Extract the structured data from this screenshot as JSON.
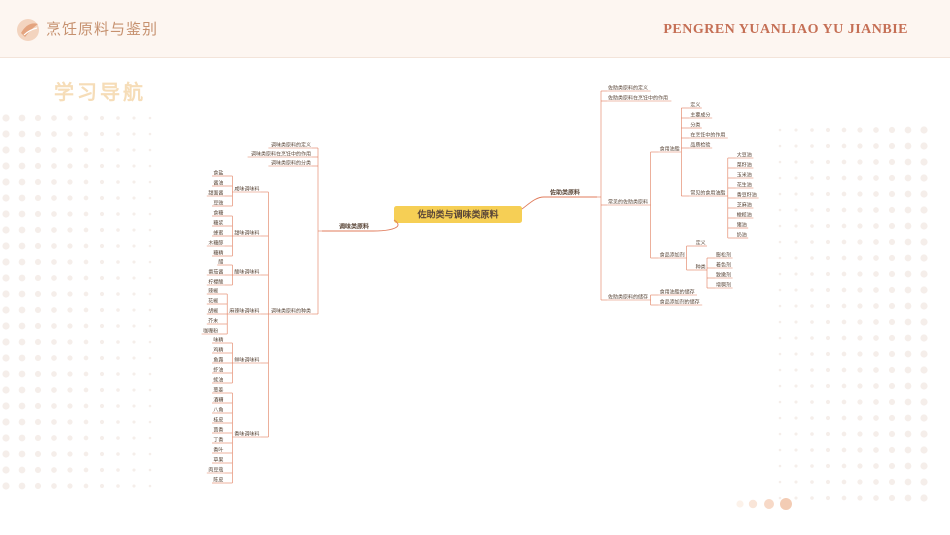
{
  "header": {
    "logo_text": "烹饪原料与鉴别",
    "right_text": "PENGREN YUANLIAO YU JIANBIE"
  },
  "nav_title": "学习导航",
  "mindmap": {
    "root": "佐助类与调味类原料",
    "right": {
      "label": "佐助类原料",
      "children": [
        {
          "label": "佐助类原料的定义"
        },
        {
          "label": "佐助类原料在烹饪中的作用"
        },
        {
          "label": "常见的佐助类原料",
          "children": [
            {
              "label": "食用油脂",
              "children": [
                {
                  "label": "定义"
                },
                {
                  "label": "主要成分"
                },
                {
                  "label": "分类"
                },
                {
                  "label": "在烹饪中的作用"
                },
                {
                  "label": "品质检验"
                },
                {
                  "label": "常见的食用油脂",
                  "children": [
                    {
                      "label": "大豆油"
                    },
                    {
                      "label": "菜籽油"
                    },
                    {
                      "label": "玉米油"
                    },
                    {
                      "label": "花生油"
                    },
                    {
                      "label": "香豆籽油"
                    },
                    {
                      "label": "芝麻油"
                    },
                    {
                      "label": "橄榄油"
                    },
                    {
                      "label": "猪油"
                    },
                    {
                      "label": "奶油"
                    }
                  ]
                }
              ]
            },
            {
              "label": "食品添加剂",
              "children": [
                {
                  "label": "定义"
                },
                {
                  "label": "种类",
                  "children": [
                    {
                      "label": "膨松剂"
                    },
                    {
                      "label": "着色剂"
                    },
                    {
                      "label": "致嫩剂"
                    },
                    {
                      "label": "增稠剂"
                    }
                  ]
                }
              ]
            }
          ]
        },
        {
          "label": "佐助类原料的储存",
          "children": [
            {
              "label": "食用油脂的储存"
            },
            {
              "label": "食品添加剂的储存"
            }
          ]
        }
      ]
    },
    "left": {
      "label": "调味类原料",
      "children": [
        {
          "label": "调味类原料的定义"
        },
        {
          "label": "调味类原料在烹饪中的作用"
        },
        {
          "label": "调味类原料的分类"
        },
        {
          "label": "调味类原料的种类",
          "children": [
            {
              "label": "咸味调味料",
              "children": [
                {
                  "label": "食盐"
                },
                {
                  "label": "酱油"
                },
                {
                  "label": "甜面酱"
                },
                {
                  "label": "豆豉"
                }
              ]
            },
            {
              "label": "甜味调味料",
              "children": [
                {
                  "label": "食糖"
                },
                {
                  "label": "糖浆"
                },
                {
                  "label": "蜂蜜"
                },
                {
                  "label": "木糖醇"
                },
                {
                  "label": "糖精"
                }
              ]
            },
            {
              "label": "酸味调味料",
              "children": [
                {
                  "label": "醋"
                },
                {
                  "label": "番茄酱"
                },
                {
                  "label": "柠檬酸"
                }
              ]
            },
            {
              "label": "麻辣味调味料",
              "children": [
                {
                  "label": "辣椒"
                },
                {
                  "label": "花椒"
                },
                {
                  "label": "胡椒"
                },
                {
                  "label": "芥末"
                },
                {
                  "label": "咖喱粉"
                }
              ]
            },
            {
              "label": "鲜味调味料",
              "children": [
                {
                  "label": "味精"
                },
                {
                  "label": "鸡精"
                },
                {
                  "label": "鱼露"
                },
                {
                  "label": "虾油"
                },
                {
                  "label": "蚝油"
                }
              ]
            },
            {
              "label": "香味调味料",
              "children": [
                {
                  "label": "葱姜"
                },
                {
                  "label": "酒糟"
                },
                {
                  "label": "八角"
                },
                {
                  "label": "桂皮"
                },
                {
                  "label": "茴香"
                },
                {
                  "label": "丁香"
                },
                {
                  "label": "香叶"
                },
                {
                  "label": "草果"
                },
                {
                  "label": "肉豆蔻"
                },
                {
                  "label": "陈皮"
                }
              ]
            }
          ]
        }
      ]
    }
  }
}
